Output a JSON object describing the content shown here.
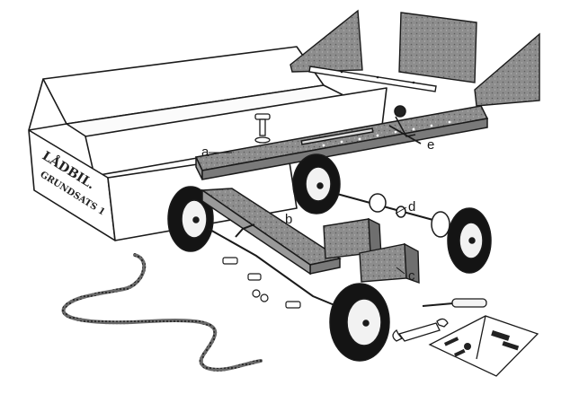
{
  "box": {
    "title": "LÅDBIL.",
    "subtitle": "GRUNDSATS 1"
  },
  "labels": {
    "a": "a",
    "b": "b",
    "c": "c",
    "d": "d",
    "e": "e"
  },
  "colors": {
    "ink": "#1a1a1a",
    "wood": "#8a8a8a",
    "paper": "#ffffff",
    "tire": "#141414",
    "hub": "#f2f2f2"
  }
}
